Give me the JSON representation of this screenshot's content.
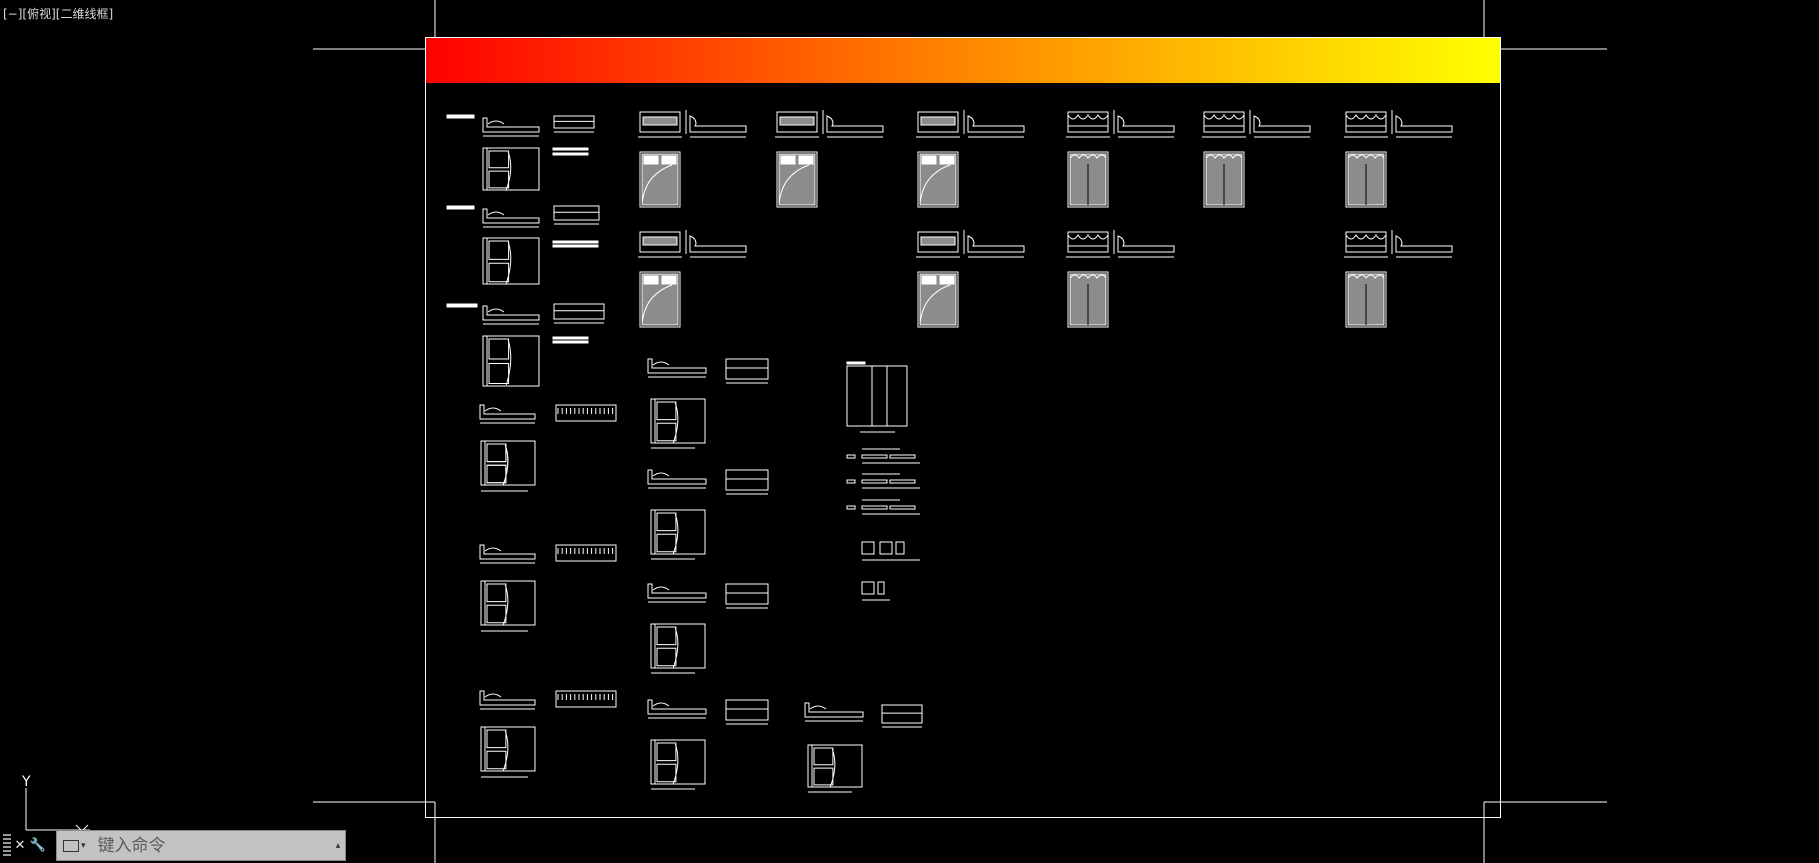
{
  "viewport": {
    "label": "[−][俯视][二维线框]"
  },
  "title_gradient": {
    "from": "#ff0000",
    "mid": "#ff8800",
    "to": "#ffff00"
  },
  "colors": {
    "background": "#000000",
    "linework": "#ffffff",
    "fill_gray": "#8c8c8c"
  },
  "ucs": {
    "y_label": "Y",
    "icon": "ucs-axis-icon"
  },
  "command_line": {
    "placeholder": "键入命令",
    "close_icon": "close-icon",
    "customize_icon": "wrench-icon",
    "prompt_icon": "command-prompt-icon",
    "recent_icon": "chevron-up-icon"
  }
}
